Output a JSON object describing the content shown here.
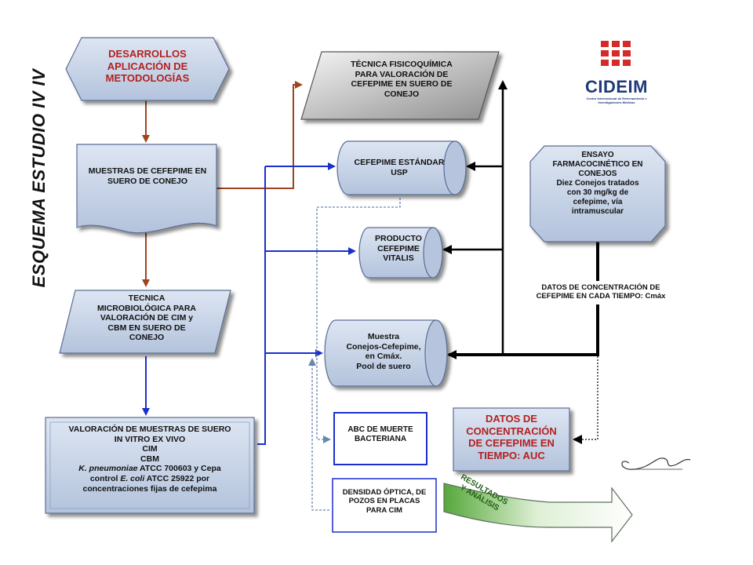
{
  "title": "ESQUEMA ESTUDIO IV IV",
  "logo": {
    "name": "CIDEIM",
    "subtitle": "Centro Internacional de Entrenamiento e Investigaciones Médicas"
  },
  "nodes": {
    "desarrollos": "DESARROLLOS\nAPLICACIÓN DE\nMETODOLOGÍAS",
    "muestras": "MUESTRAS DE CEFEPIME EN\nSUERO DE CONEJO",
    "tecnica_micro": "TECNICA\nMICROBIOLÓGICA PARA\nVALORACIÓN DE CIM y\nCBM EN SUERO DE\nCONEJO",
    "valoracion": {
      "l1": "VALORACIÓN DE MUESTRAS DE SUERO",
      "l2": "IN VITRO EX VIVO",
      "l3": "CIM",
      "l4": "CBM",
      "l5_italic": "K. pneumoniae",
      "l5_rest": " ATCC 700603 y Cepa",
      "l6_pre": "control ",
      "l6_italic": "E. coli",
      "l6_rest": "  ATCC 25922 por",
      "l7": "concentraciones fijas de cefepima"
    },
    "tecnica_fq": "TÉCNICA FISICOQUÍMICA\nPARA VALORACIÓN DE\nCEFEPIME EN SUERO DE\nCONEJO",
    "cefepime_estandar": "CEFEPIME ESTÁNDAR\nUSP",
    "producto_vitalis": "PRODUCTO\nCEFEPIME\nVITALIS",
    "muestra_conejos": "Muestra\nConejos-Cefepime,\nen Cmáx.\nPool de suero",
    "ensayo": "ENSAYO\nFARMACOCINÉTICO EN\nCONEJOS\nDiez Conejos tratados\ncon 30 mg/kg de\ncefepime, vía\nintramuscular",
    "datos_cmax": "DATOS DE CONCENTRACIÓN DE\nCEFEPIME EN CADA TIEMPO: Cmáx",
    "abc": "ABC DE MUERTE\nBACTERIANA",
    "densidad": "DENSIDAD ÓPTICA, DE\nPOZOS EN PLACAS\nPARA CIM",
    "datos_auc": "DATOS DE\nCONCENTRACIÓN\nDE CEFEPIME EN\nTIEMPO: AUC",
    "resultados": "RESULTADOS\nY ANÁLISIS"
  },
  "colors": {
    "node_fill": "#c6d2e6",
    "red_text": "#b3211f",
    "blue_line": "#1a2fd0",
    "brown_line": "#a0431e",
    "logo_red": "#d42a2a"
  }
}
